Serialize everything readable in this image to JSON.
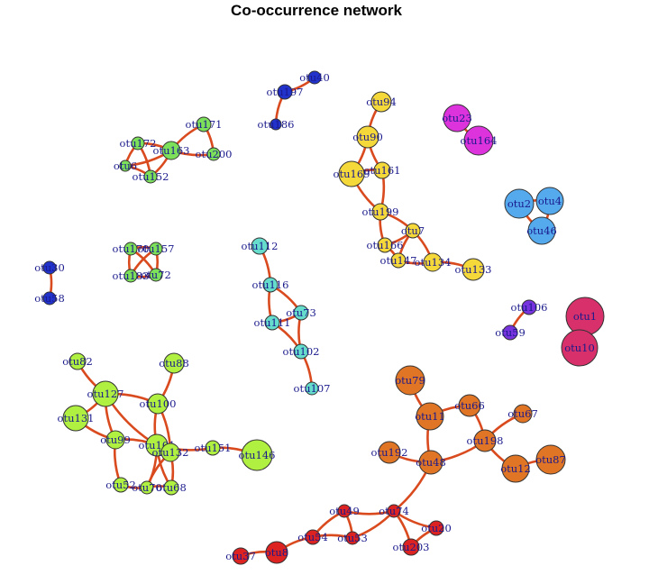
{
  "title": "Co-occurrence network",
  "colors": {
    "edge": "#d94a1e",
    "blue": "#2233cc",
    "green": "#7de05a",
    "teal": "#66ddcc",
    "yellow": "#f5d83a",
    "magenta": "#dd33dd",
    "skyblue": "#55aaee",
    "purple": "#7733dd",
    "crimson": "#d8306a",
    "orange": "#e07525",
    "lime": "#b0f040",
    "red": "#dd2222"
  },
  "nodes": [
    {
      "id": "otu40",
      "label": "otu40",
      "color": "blue"
    },
    {
      "id": "otu197",
      "label": "otu197",
      "color": "blue"
    },
    {
      "id": "otu186",
      "label": "otu186",
      "color": "blue"
    },
    {
      "id": "otu30",
      "label": "otu30",
      "color": "blue"
    },
    {
      "id": "otu58",
      "label": "otu58",
      "color": "blue"
    },
    {
      "id": "otu171",
      "label": "otu171",
      "color": "green"
    },
    {
      "id": "otu172",
      "label": "otu172",
      "color": "green"
    },
    {
      "id": "otu163",
      "label": "otu163",
      "color": "green"
    },
    {
      "id": "otu200",
      "label": "otu200",
      "color": "green"
    },
    {
      "id": "otu6",
      "label": "otu6",
      "color": "green"
    },
    {
      "id": "otu152",
      "label": "otu152",
      "color": "green"
    },
    {
      "id": "otu170",
      "label": "otu170",
      "color": "green"
    },
    {
      "id": "otu157",
      "label": "otu157",
      "color": "green"
    },
    {
      "id": "otu183",
      "label": "otu183",
      "color": "green"
    },
    {
      "id": "otu72",
      "label": "otu72",
      "color": "green"
    },
    {
      "id": "otu112",
      "label": "otu112",
      "color": "teal"
    },
    {
      "id": "otu116",
      "label": "otu116",
      "color": "teal"
    },
    {
      "id": "otu73",
      "label": "otu73",
      "color": "teal"
    },
    {
      "id": "otu111",
      "label": "otu111",
      "color": "teal"
    },
    {
      "id": "otu102",
      "label": "otu102",
      "color": "teal"
    },
    {
      "id": "otu107",
      "label": "otu107",
      "color": "teal"
    },
    {
      "id": "otu94",
      "label": "otu94",
      "color": "yellow"
    },
    {
      "id": "otu90",
      "label": "otu90",
      "color": "yellow"
    },
    {
      "id": "otu169",
      "label": "otu169",
      "color": "yellow"
    },
    {
      "id": "otu161",
      "label": "otu161",
      "color": "yellow"
    },
    {
      "id": "otu199",
      "label": "otu199",
      "color": "yellow"
    },
    {
      "id": "otu7",
      "label": "otu7",
      "color": "yellow"
    },
    {
      "id": "otu166",
      "label": "otu166",
      "color": "yellow"
    },
    {
      "id": "otu147",
      "label": "otu147",
      "color": "yellow"
    },
    {
      "id": "otu134",
      "label": "otu134",
      "color": "yellow"
    },
    {
      "id": "otu133",
      "label": "otu133",
      "color": "yellow"
    },
    {
      "id": "otu23",
      "label": "otu23",
      "color": "magenta"
    },
    {
      "id": "otu164",
      "label": "otu164",
      "color": "magenta"
    },
    {
      "id": "otu2",
      "label": "otu2",
      "color": "skyblue"
    },
    {
      "id": "otu4",
      "label": "otu4",
      "color": "skyblue"
    },
    {
      "id": "otu46",
      "label": "otu46",
      "color": "skyblue"
    },
    {
      "id": "otu106",
      "label": "otu106",
      "color": "purple"
    },
    {
      "id": "otu59",
      "label": "otu59",
      "color": "purple"
    },
    {
      "id": "otu1",
      "label": "otu1",
      "color": "crimson"
    },
    {
      "id": "otu10",
      "label": "otu10",
      "color": "crimson"
    },
    {
      "id": "otu79",
      "label": "otu79",
      "color": "orange"
    },
    {
      "id": "otu11",
      "label": "otu11",
      "color": "orange"
    },
    {
      "id": "otu66",
      "label": "otu66",
      "color": "orange"
    },
    {
      "id": "otu67",
      "label": "otu67",
      "color": "orange"
    },
    {
      "id": "otu198",
      "label": "otu198",
      "color": "orange"
    },
    {
      "id": "otu192",
      "label": "otu192",
      "color": "orange"
    },
    {
      "id": "otu48",
      "label": "otu48",
      "color": "orange"
    },
    {
      "id": "otu12",
      "label": "otu12",
      "color": "orange"
    },
    {
      "id": "otu87",
      "label": "otu87",
      "color": "orange"
    },
    {
      "id": "otu82",
      "label": "otu82",
      "color": "lime"
    },
    {
      "id": "otu88",
      "label": "otu88",
      "color": "lime"
    },
    {
      "id": "otu127",
      "label": "otu127",
      "color": "lime"
    },
    {
      "id": "otu100",
      "label": "otu100",
      "color": "lime"
    },
    {
      "id": "otu131",
      "label": "otu131",
      "color": "lime"
    },
    {
      "id": "otu99",
      "label": "otu99",
      "color": "lime"
    },
    {
      "id": "otu101",
      "label": "otu101",
      "color": "lime"
    },
    {
      "id": "otu132",
      "label": "otu132",
      "color": "lime"
    },
    {
      "id": "otu151",
      "label": "otu151",
      "color": "lime"
    },
    {
      "id": "otu146",
      "label": "otu146",
      "color": "lime"
    },
    {
      "id": "otu52",
      "label": "otu52",
      "color": "lime"
    },
    {
      "id": "otu70",
      "label": "otu70",
      "color": "lime"
    },
    {
      "id": "otu68",
      "label": "otu68",
      "color": "lime"
    },
    {
      "id": "otu49",
      "label": "otu49",
      "color": "red"
    },
    {
      "id": "otu74",
      "label": "otu74",
      "color": "red"
    },
    {
      "id": "otu20",
      "label": "otu20",
      "color": "red"
    },
    {
      "id": "otu54",
      "label": "otu54",
      "color": "red"
    },
    {
      "id": "otu53",
      "label": "otu53",
      "color": "red"
    },
    {
      "id": "otu203",
      "label": "otu203",
      "color": "red"
    },
    {
      "id": "otu37",
      "label": "otu37",
      "color": "red"
    },
    {
      "id": "otu8",
      "label": "otu8",
      "color": "red"
    }
  ],
  "edges": [
    [
      "otu40",
      "otu197"
    ],
    [
      "otu197",
      "otu186"
    ],
    [
      "otu30",
      "otu58"
    ],
    [
      "otu171",
      "otu163"
    ],
    [
      "otu171",
      "otu200"
    ],
    [
      "otu163",
      "otu200"
    ],
    [
      "otu172",
      "otu163"
    ],
    [
      "otu172",
      "otu6"
    ],
    [
      "otu172",
      "otu152"
    ],
    [
      "otu6",
      "otu163"
    ],
    [
      "otu6",
      "otu152"
    ],
    [
      "otu152",
      "otu163"
    ],
    [
      "otu170",
      "otu157"
    ],
    [
      "otu170",
      "otu183"
    ],
    [
      "otu170",
      "otu72"
    ],
    [
      "otu157",
      "otu183"
    ],
    [
      "otu157",
      "otu72"
    ],
    [
      "otu183",
      "otu72"
    ],
    [
      "otu112",
      "otu116"
    ],
    [
      "otu116",
      "otu111"
    ],
    [
      "otu116",
      "otu73"
    ],
    [
      "otu111",
      "otu73"
    ],
    [
      "otu111",
      "otu102"
    ],
    [
      "otu73",
      "otu102"
    ],
    [
      "otu102",
      "otu107"
    ],
    [
      "otu94",
      "otu90"
    ],
    [
      "otu90",
      "otu169"
    ],
    [
      "otu90",
      "otu161"
    ],
    [
      "otu169",
      "otu161"
    ],
    [
      "otu169",
      "otu199"
    ],
    [
      "otu161",
      "otu199"
    ],
    [
      "otu199",
      "otu166"
    ],
    [
      "otu199",
      "otu7"
    ],
    [
      "otu166",
      "otu7"
    ],
    [
      "otu166",
      "otu147"
    ],
    [
      "otu7",
      "otu147"
    ],
    [
      "otu7",
      "otu134"
    ],
    [
      "otu147",
      "otu134"
    ],
    [
      "otu134",
      "otu133"
    ],
    [
      "otu23",
      "otu164"
    ],
    [
      "otu2",
      "otu4"
    ],
    [
      "otu2",
      "otu46"
    ],
    [
      "otu4",
      "otu46"
    ],
    [
      "otu106",
      "otu59"
    ],
    [
      "otu1",
      "otu10"
    ],
    [
      "otu79",
      "otu11"
    ],
    [
      "otu11",
      "otu66"
    ],
    [
      "otu11",
      "otu48"
    ],
    [
      "otu66",
      "otu198"
    ],
    [
      "otu67",
      "otu198"
    ],
    [
      "otu198",
      "otu48"
    ],
    [
      "otu198",
      "otu12"
    ],
    [
      "otu12",
      "otu87"
    ],
    [
      "otu192",
      "otu48"
    ],
    [
      "otu48",
      "otu74"
    ],
    [
      "otu82",
      "otu127"
    ],
    [
      "otu127",
      "otu131"
    ],
    [
      "otu127",
      "otu99"
    ],
    [
      "otu127",
      "otu100"
    ],
    [
      "otu127",
      "otu101"
    ],
    [
      "otu88",
      "otu100"
    ],
    [
      "otu100",
      "otu101"
    ],
    [
      "otu100",
      "otu132"
    ],
    [
      "otu131",
      "otu99"
    ],
    [
      "otu99",
      "otu101"
    ],
    [
      "otu99",
      "otu52"
    ],
    [
      "otu101",
      "otu132"
    ],
    [
      "otu101",
      "otu151"
    ],
    [
      "otu101",
      "otu70"
    ],
    [
      "otu101",
      "otu68"
    ],
    [
      "otu132",
      "otu68"
    ],
    [
      "otu132",
      "otu70"
    ],
    [
      "otu151",
      "otu146"
    ],
    [
      "otu52",
      "otu70"
    ],
    [
      "otu70",
      "otu68"
    ],
    [
      "otu49",
      "otu54"
    ],
    [
      "otu49",
      "otu53"
    ],
    [
      "otu49",
      "otu74"
    ],
    [
      "otu74",
      "otu53"
    ],
    [
      "otu74",
      "otu20"
    ],
    [
      "otu74",
      "otu203"
    ],
    [
      "otu20",
      "otu203"
    ],
    [
      "otu54",
      "otu53"
    ],
    [
      "otu54",
      "otu8"
    ],
    [
      "otu37",
      "otu8"
    ]
  ]
}
